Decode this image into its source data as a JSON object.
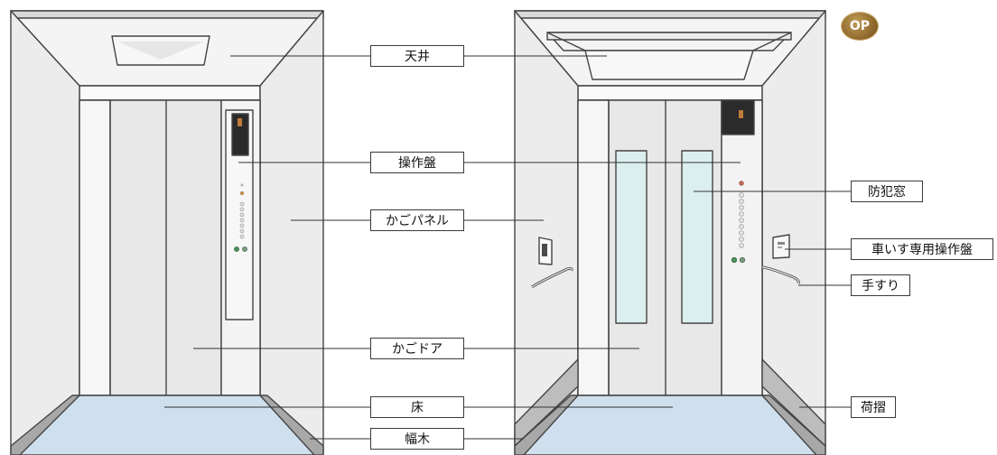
{
  "badge": {
    "op": "OP"
  },
  "labels": {
    "ceiling": "天井",
    "control_panel": "操作盤",
    "car_panel": "かごパネル",
    "car_door": "かごドア",
    "floor": "床",
    "baseboard": "幅木",
    "security_window": "防犯窓",
    "wheelchair_panel": "車いす専用操作盤",
    "handrail": "手すり",
    "cargo_guard": "荷摺"
  },
  "colors": {
    "wall": "#ececec",
    "ceiling": "#f4f4f4",
    "floor": "#cfdfee",
    "baseboard": "#a8a8a8",
    "door": "#e2e2e2",
    "window": "#dcefef",
    "outline": "#3a3a3a",
    "badge": "#8a6428"
  }
}
